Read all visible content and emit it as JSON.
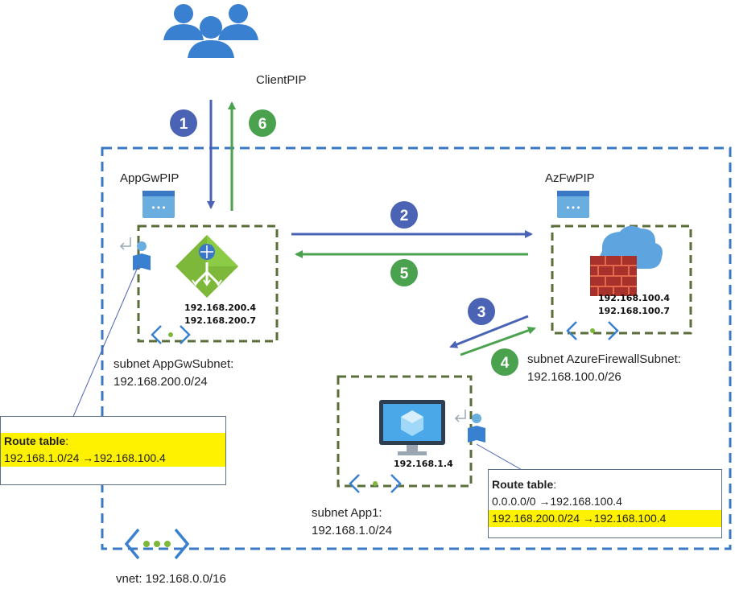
{
  "labels": {
    "client_pip": "ClientPIP",
    "appgw_pip": "AppGwPIP",
    "azfw_pip": "AzFwPIP",
    "vnet": "vnet: 192.168.0.0/16"
  },
  "steps": [
    "1",
    "2",
    "3",
    "4",
    "5",
    "6"
  ],
  "colors": {
    "blue": "#4a63b5",
    "green": "#4aa24f",
    "vnet_border": "#3a78c5",
    "subnet_border": "#5a6e3a",
    "highlight": "#fff200"
  },
  "subnets": {
    "appgw": {
      "name": "subnet AppGwSubnet:",
      "cidr": "192.168.200.0/24",
      "ips": [
        "192.168.200.4",
        "192.168.200.7"
      ]
    },
    "firewall": {
      "name": "subnet AzureFirewallSubnet:",
      "cidr": "192.168.100.0/26",
      "ips": [
        "192.168.100.4",
        "192.168.100.7"
      ]
    },
    "app1": {
      "name": "subnet App1:",
      "cidr": "192.168.1.0/24",
      "ips": [
        "192.168.1.4"
      ]
    }
  },
  "route_tables": {
    "appgw": {
      "title": "Route table",
      "colon": ":",
      "routes": [
        "192.168.1.0/24 →192.168.100.4"
      ]
    },
    "app1": {
      "title": "Route table",
      "colon": ":",
      "routes": [
        "0.0.0.0/0 →192.168.100.4",
        "192.168.200.0/24 →192.168.100.4"
      ]
    }
  }
}
